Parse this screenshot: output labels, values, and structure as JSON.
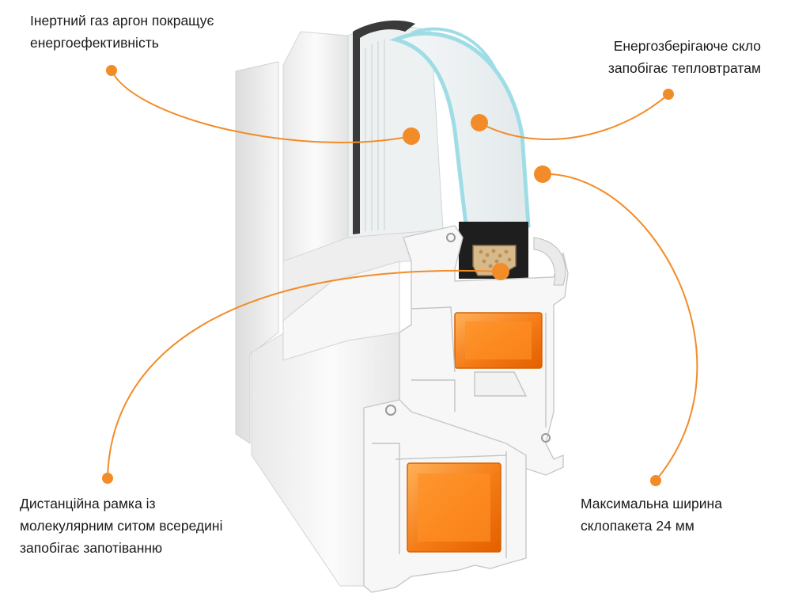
{
  "colors": {
    "accent": "#f28c28",
    "reinforcement": "#f47b16",
    "glass_edge": "#9fdde6",
    "profile": "#f1f1f1",
    "text": "#1a1a1a"
  },
  "callouts": [
    {
      "id": "argon",
      "lines": [
        "Інертний газ аргон покращує",
        "енергоефективність"
      ]
    },
    {
      "id": "glass",
      "lines": [
        "Енергозберігаюче скло",
        "запобігає тепловтратам"
      ]
    },
    {
      "id": "spacer",
      "lines": [
        "Дистанційна рамка із",
        "молекулярним ситом всередині",
        "запобігає запотіванню"
      ]
    },
    {
      "id": "width",
      "lines": [
        "Максимальна ширина",
        "склопакета 24 мм"
      ]
    }
  ]
}
